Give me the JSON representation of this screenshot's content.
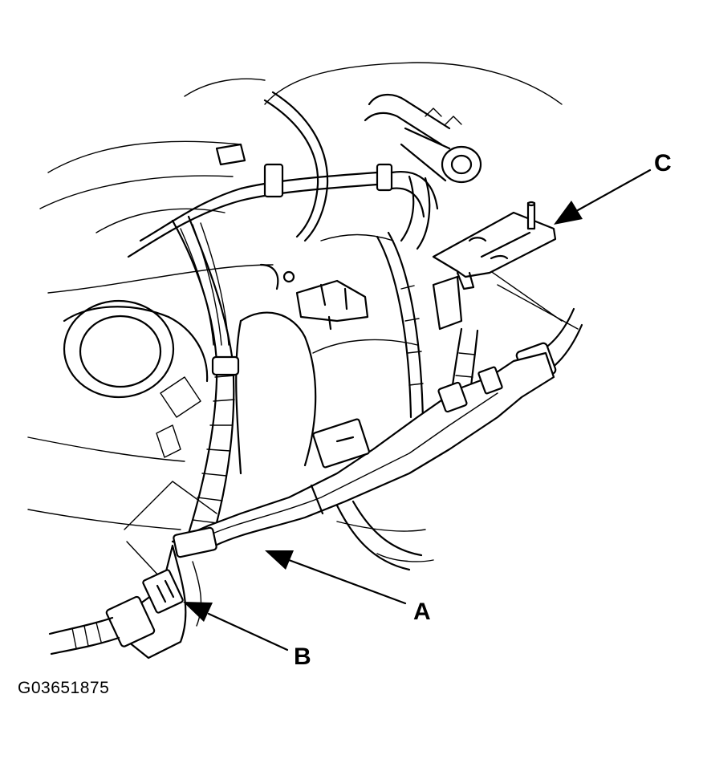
{
  "callouts": [
    {
      "id": "A",
      "label": "A"
    },
    {
      "id": "B",
      "label": "B"
    },
    {
      "id": "C",
      "label": "C"
    }
  ],
  "figure_id": "G03651875",
  "colors": {
    "ink": "#000000",
    "paper": "#ffffff"
  }
}
